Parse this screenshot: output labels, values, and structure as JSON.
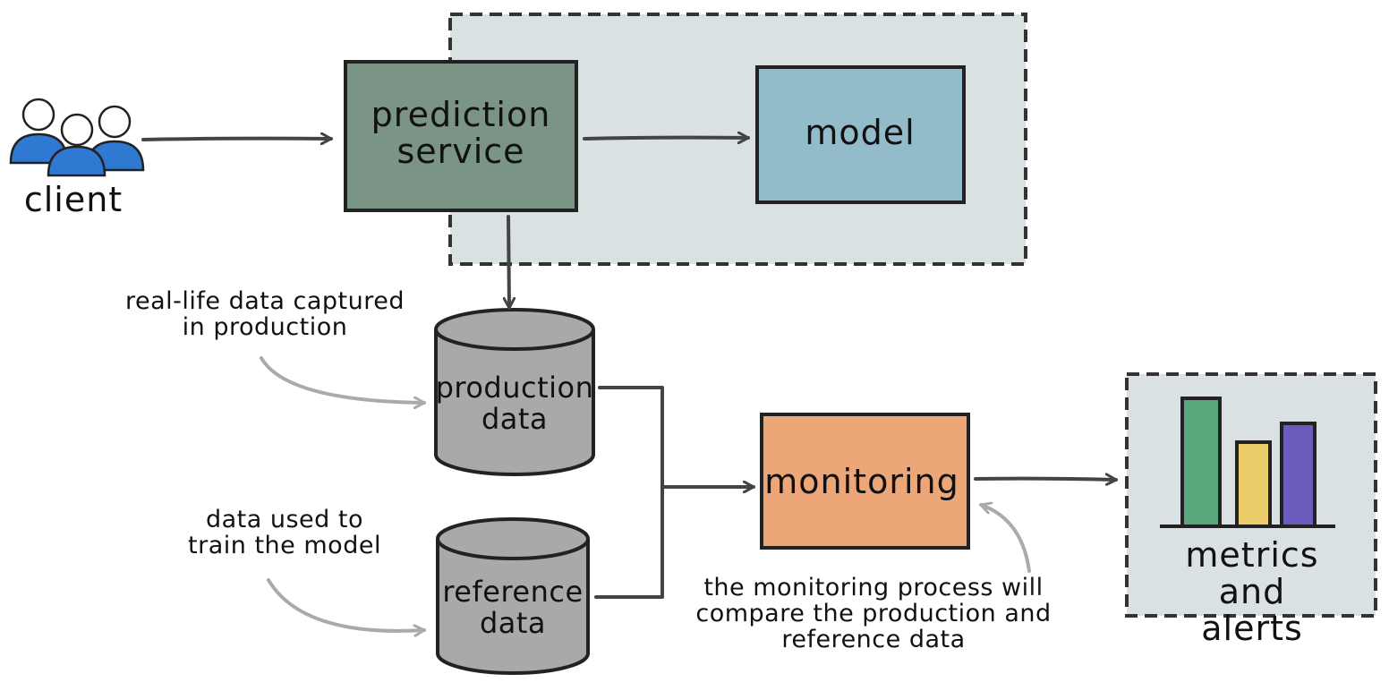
{
  "client": {
    "label": "client"
  },
  "prediction_service": {
    "label": "prediction\nservice"
  },
  "model": {
    "label": "model"
  },
  "production_data": {
    "label": "production\ndata"
  },
  "reference_data": {
    "label": "reference\ndata"
  },
  "monitoring": {
    "label": "monitoring"
  },
  "metrics": {
    "label": "metrics and\nalerts"
  },
  "notes": {
    "production": "real-life data captured\nin production",
    "reference": "data used to\ntrain the model",
    "monitoring": "the monitoring process will\ncompare the production and\nreference data"
  },
  "colors": {
    "service_box": "#7a9485",
    "model_box": "#93bccb",
    "monitoring_box": "#eda677",
    "panel": "#d9e1e3",
    "cylinder": "#a9a9a9",
    "client_icon": "#2f79d3",
    "bar_green": "#5aa77e",
    "bar_yellow": "#ebcc6a",
    "bar_purple": "#6a5bbd"
  }
}
